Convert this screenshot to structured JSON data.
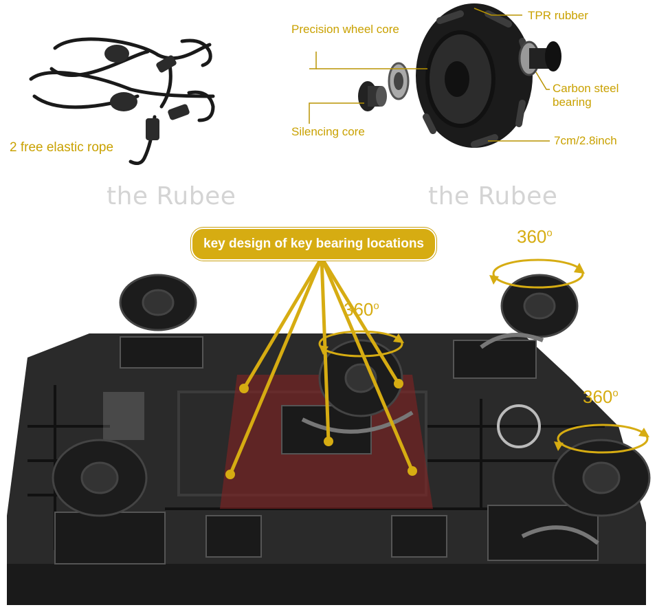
{
  "top_left": {
    "caption": "2 free elastic rope"
  },
  "top_right": {
    "labels": {
      "precision_core": "Precision wheel core",
      "tpr": "TPR rubber",
      "carbon": "Carbon steel bearing",
      "silencing": "Silencing core",
      "size": "7cm/2.8inch"
    }
  },
  "watermark": [
    "the Rubee",
    "the Rubee"
  ],
  "main": {
    "banner": "key design of key bearing locations",
    "rotation": [
      "360",
      "360",
      "360"
    ],
    "degree_symbol": "o"
  },
  "colors": {
    "gold": "#d6ac12",
    "label_gold": "#c9a100",
    "dark": "#1e1e1e",
    "red_highlight": "#8a2020"
  }
}
